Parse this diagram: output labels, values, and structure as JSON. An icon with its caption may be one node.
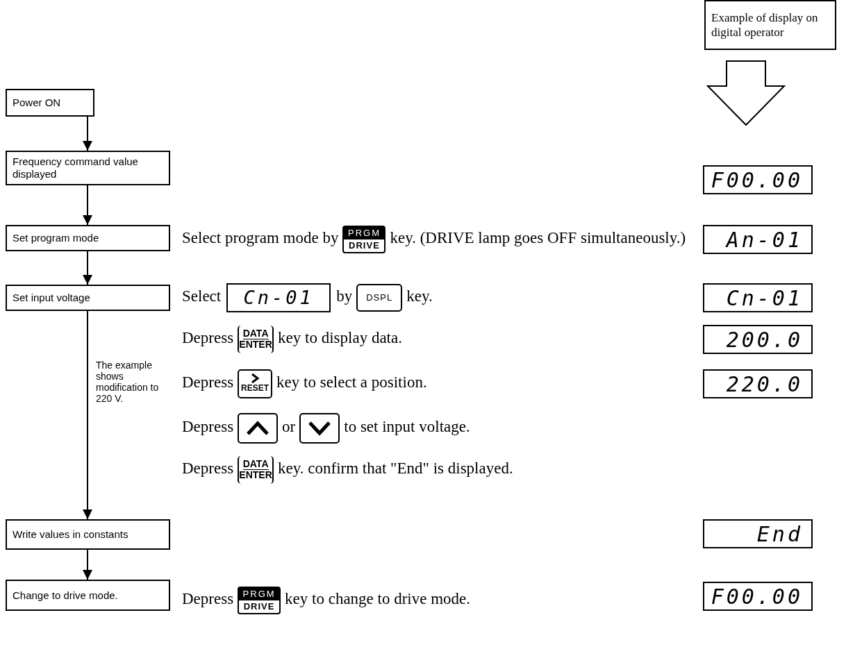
{
  "diagram": {
    "nodes": [
      {
        "text": [
          "Example of display on digital operator"
        ]
      },
      {
        "text": [
          "Power ON"
        ]
      },
      {
        "text": [
          "Frequency command value displayed"
        ]
      },
      {
        "text": [
          "Set program mode"
        ]
      },
      {
        "text": [
          "Set input voltage"
        ]
      },
      {
        "text": [
          "Write values in constants"
        ]
      },
      {
        "text": [
          "Change to drive mode."
        ]
      },
      {
        "text": [
          "F00.00"
        ]
      },
      {
        "text": [
          "An-01"
        ]
      },
      {
        "text": [
          "Cn-01"
        ]
      },
      {
        "text": [
          "200.0"
        ]
      },
      {
        "text": [
          "220.0"
        ]
      },
      {
        "text": [
          "End"
        ]
      },
      {
        "text": [
          "F00.00"
        ]
      }
    ],
    "edges": [
      {
        "from": 0,
        "to": 7,
        "arrow": "to"
      },
      {
        "from": 1,
        "to": 2,
        "arrow": "to"
      },
      {
        "from": 2,
        "to": 3,
        "arrow": "to"
      },
      {
        "from": 3,
        "to": 4,
        "arrow": "to"
      },
      {
        "from": 4,
        "to": 5,
        "arrow": "to"
      },
      {
        "from": 5,
        "to": 6,
        "arrow": "to"
      }
    ],
    "labels": [
      "Select program mode by",
      "PRGM",
      "DRIVE",
      "key. (DRIVE lamp goes OFF simultaneously.)",
      "Select",
      "Cn-01",
      "by",
      "DSPL",
      "key.",
      "Depress",
      "DATA",
      "ENTER",
      "key to display data.",
      "Depress",
      "RESET",
      "key to select a position.",
      "Depress",
      "or",
      "to set input voltage.",
      "Depress",
      "DATA",
      "ENTER",
      "key. confirm that \"End\" is displayed.",
      "Depress",
      "PRGM",
      "DRIVE",
      "key to change to drive mode.",
      "The example shows modification to 220 V."
    ]
  }
}
